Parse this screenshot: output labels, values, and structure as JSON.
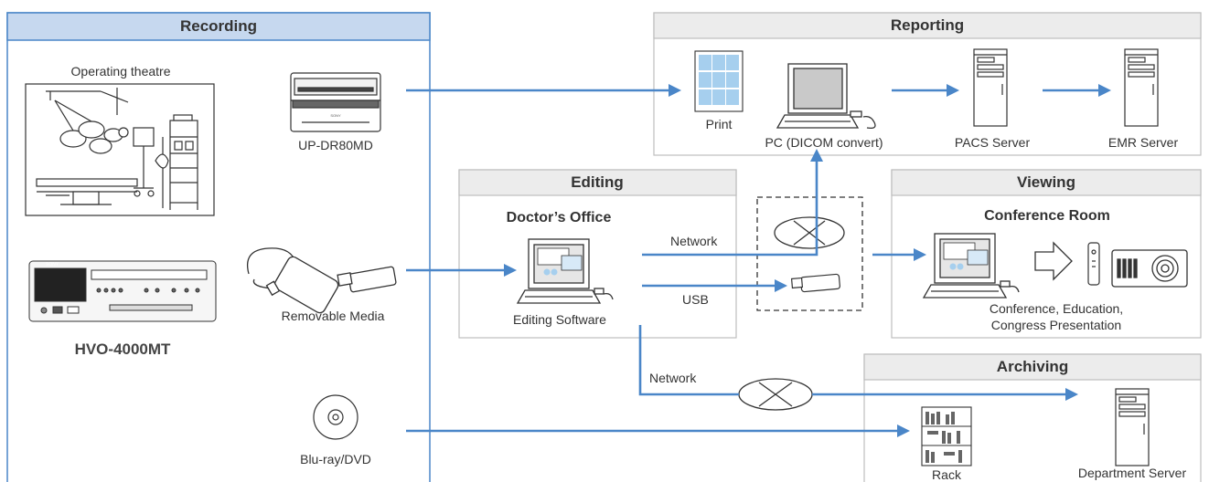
{
  "sections": {
    "recording": "Recording",
    "reporting": "Reporting",
    "editing": "Editing",
    "viewing": "Viewing",
    "archiving": "Archiving"
  },
  "recording": {
    "operating_theatre": "Operating theatre",
    "printer": "UP-DR80MD",
    "device": "HVO-4000MT",
    "removable_media": "Removable Media",
    "disc": "Blu-ray/DVD",
    "brand": "SONY"
  },
  "reporting": {
    "print": "Print",
    "pc": "PC (DICOM convert)",
    "pacs": "PACS Server",
    "emr": "EMR Server"
  },
  "editing": {
    "office": "Doctor’s Office",
    "software": "Editing Software",
    "network": "Network",
    "usb": "USB",
    "network2": "Network"
  },
  "viewing": {
    "room": "Conference Room",
    "caption_line1": "Conference, Education,",
    "caption_line2": "Congress Presentation"
  },
  "archiving": {
    "rack": "Rack",
    "server": "Department  Server"
  },
  "colors": {
    "arrow": "#4a86c8",
    "recording_header": "#c6d8ef",
    "recording_border": "#4a86c8",
    "section_header": "#ececec",
    "section_border": "#bdbdbd"
  }
}
